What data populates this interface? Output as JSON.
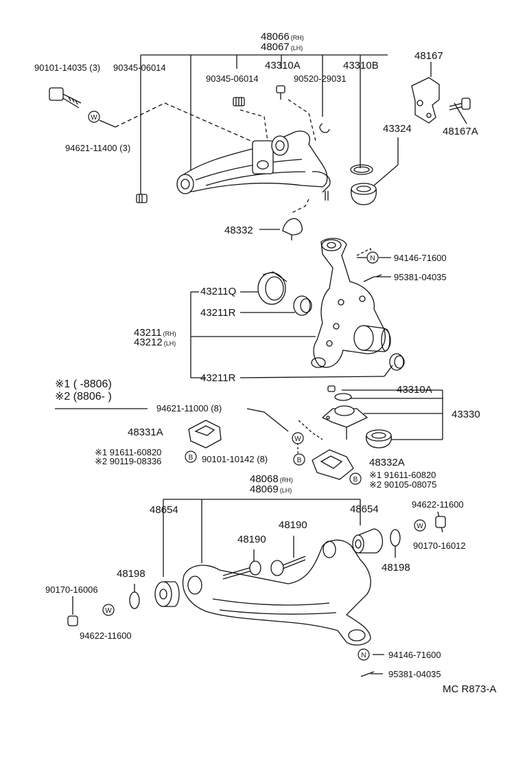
{
  "labels": {
    "upper_arm_rh": "48066",
    "upper_arm_lh": "48067",
    "rh_suffix": "(RH)",
    "lh_suffix": "(LH)",
    "bolt_a": "90101-14035 (3)",
    "bolt_b": "90345-06014",
    "bolt_c": "90345-06014",
    "bumper_upper": "48167",
    "bumper_upper_bolt": "48167A",
    "ball_joint_cap": "43310A",
    "ball_joint_b": "43310B",
    "clip": "90520-29031",
    "boot_upper": "43324",
    "washer_upper": "94621-11400 (3)",
    "stopper_upper": "48332",
    "nut_upper": "94146-71600",
    "pin_upper": "95381-04035",
    "seal": "43211Q",
    "bearing_upper": "43211R",
    "knuckle_rh": "43211",
    "knuckle_lh": "43212",
    "bearing_lower": "43211R",
    "ball_joint_lower_cap": "43310A",
    "ball_joint_lower": "43330",
    "note1": "※1 (      -8806)",
    "note2": "※2 (8806-       )",
    "washer_lower": "94621-11000 (8)",
    "stopper_lower_a": "48331A",
    "stopper_lower_b": "48332A",
    "bolt_left_1": "※1 91611-60820",
    "bolt_left_2": "※2 90119-08336",
    "bolt_mid": "90101-10142 (8)",
    "bolt_right_1": "※1  91611-60820",
    "bolt_right_2": "※2  90105-08075",
    "lower_arm_rh": "48068",
    "lower_arm_lh": "48069",
    "bushing_left": "48654",
    "bushing_right": "48654",
    "cam_bolt_a": "48190",
    "cam_bolt_b": "48190",
    "washer_r": "94622-11600",
    "nut_r": "90170-16012",
    "plate_left": "48198",
    "plate_right": "48198",
    "nut_l": "90170-16006",
    "washer_l": "94622-11600",
    "nut_lower": "94146-71600",
    "pin_lower": "95381-04035",
    "code": "MC  R873-A"
  },
  "markers": {
    "w": "W",
    "n": "N",
    "b": "B"
  }
}
